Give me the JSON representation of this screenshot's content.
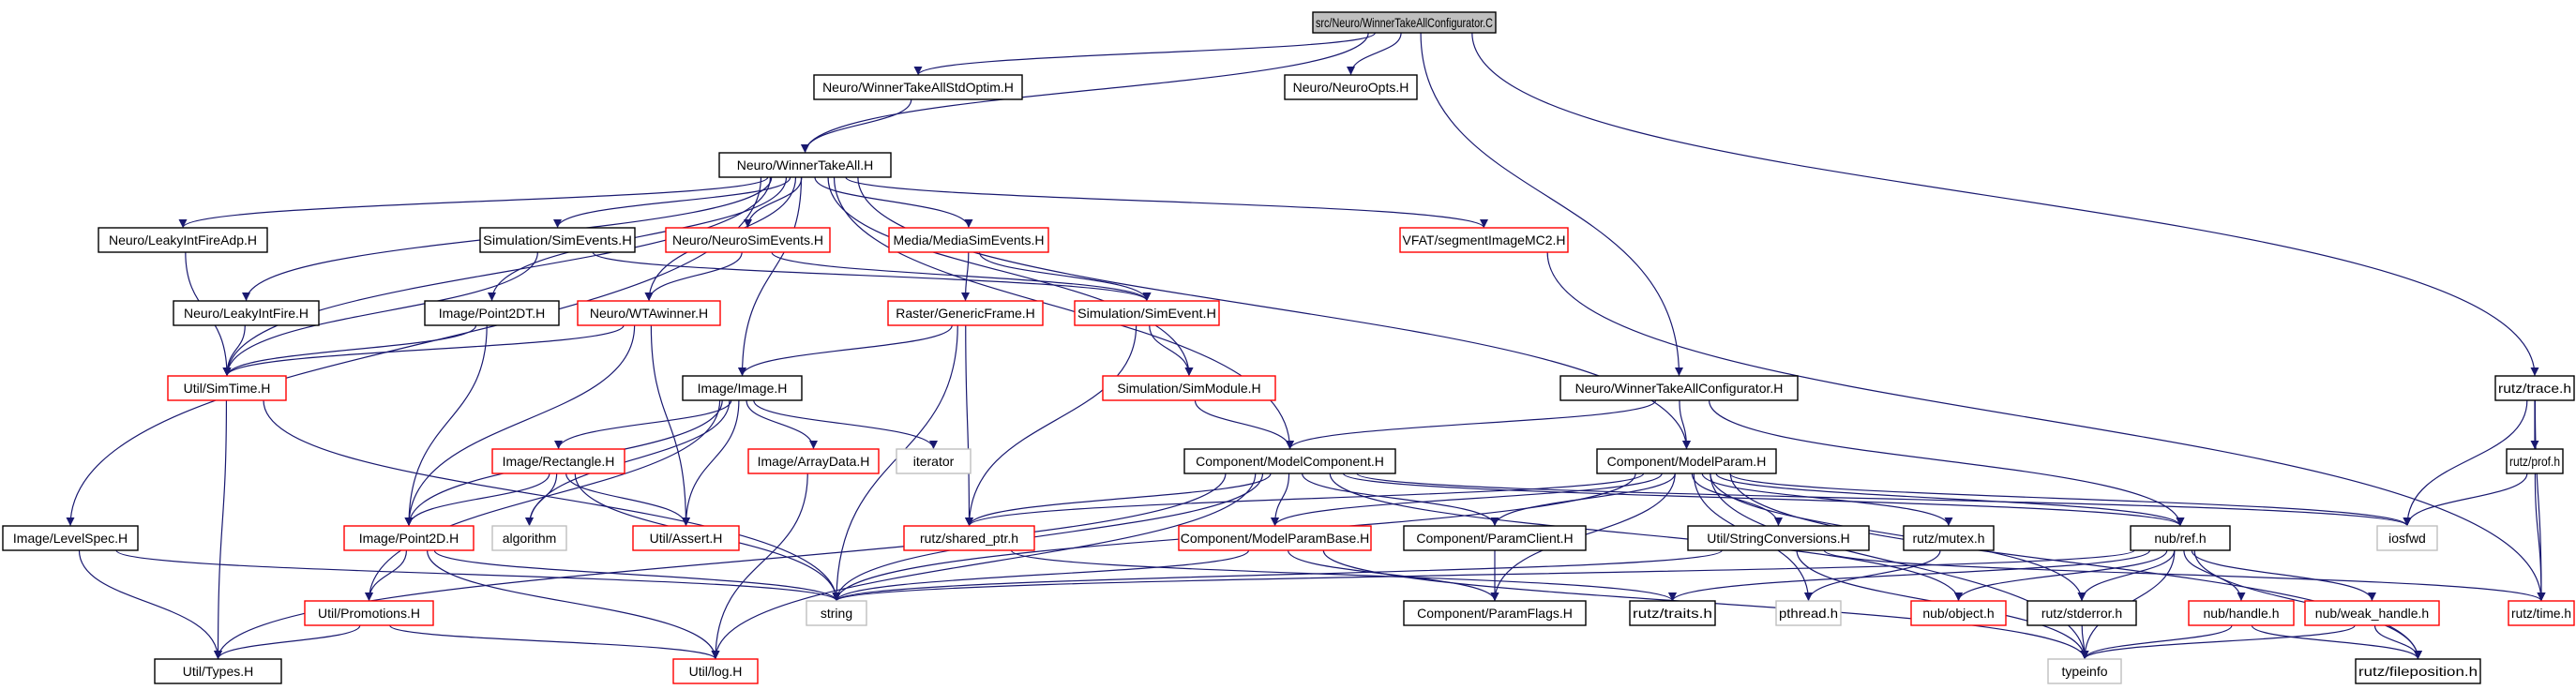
{
  "colors": {
    "edge": "#191970",
    "box_default": "#000000",
    "box_incomplete": "#ff0000",
    "box_external": "#bfbfbf",
    "root_fill": "#bfbfbf",
    "text": "#000000"
  },
  "nodes": {
    "root": {
      "label": "src/Neuro/WinnerTakeAllConfigurator.C",
      "kind": "root"
    },
    "stdoptim": {
      "label": "Neuro/WinnerTakeAllStdOptim.H",
      "kind": "default"
    },
    "neuroopts": {
      "label": "Neuro/NeuroOpts.H",
      "kind": "default"
    },
    "wta": {
      "label": "Neuro/WinnerTakeAll.H",
      "kind": "default"
    },
    "leakyadp": {
      "label": "Neuro/LeakyIntFireAdp.H",
      "kind": "default"
    },
    "simevents": {
      "label": "Simulation/SimEvents.H",
      "kind": "default"
    },
    "neurosimev": {
      "label": "Neuro/NeuroSimEvents.H",
      "kind": "incomplete"
    },
    "mediasimev": {
      "label": "Media/MediaSimEvents.H",
      "kind": "incomplete"
    },
    "vfat": {
      "label": "VFAT/segmentImageMC2.H",
      "kind": "incomplete"
    },
    "leaky": {
      "label": "Neuro/LeakyIntFire.H",
      "kind": "default"
    },
    "point2dt": {
      "label": "Image/Point2DT.H",
      "kind": "default"
    },
    "wtawinner": {
      "label": "Neuro/WTAwinner.H",
      "kind": "incomplete"
    },
    "genframe": {
      "label": "Raster/GenericFrame.H",
      "kind": "incomplete"
    },
    "simevent": {
      "label": "Simulation/SimEvent.H",
      "kind": "incomplete"
    },
    "simtime": {
      "label": "Util/SimTime.H",
      "kind": "incomplete"
    },
    "image": {
      "label": "Image/Image.H",
      "kind": "default"
    },
    "simmodule": {
      "label": "Simulation/SimModule.H",
      "kind": "incomplete"
    },
    "wtaconf": {
      "label": "Neuro/WinnerTakeAllConfigurator.H",
      "kind": "default"
    },
    "trace": {
      "label": "rutz/trace.h",
      "kind": "default"
    },
    "rectangle": {
      "label": "Image/Rectangle.H",
      "kind": "incomplete"
    },
    "arraydata": {
      "label": "Image/ArrayData.H",
      "kind": "incomplete"
    },
    "iterator": {
      "label": "iterator",
      "kind": "external"
    },
    "modelcomp": {
      "label": "Component/ModelComponent.H",
      "kind": "default"
    },
    "modelparam": {
      "label": "Component/ModelParam.H",
      "kind": "default"
    },
    "prof": {
      "label": "rutz/prof.h",
      "kind": "default"
    },
    "levelspec": {
      "label": "Image/LevelSpec.H",
      "kind": "default"
    },
    "point2d": {
      "label": "Image/Point2D.H",
      "kind": "incomplete"
    },
    "algorithm": {
      "label": "algorithm",
      "kind": "external"
    },
    "assert": {
      "label": "Util/Assert.H",
      "kind": "incomplete"
    },
    "sharedptr": {
      "label": "rutz/shared_ptr.h",
      "kind": "incomplete"
    },
    "mpbase": {
      "label": "Component/ModelParamBase.H",
      "kind": "incomplete"
    },
    "paramclient": {
      "label": "Component/ParamClient.H",
      "kind": "default"
    },
    "strconv": {
      "label": "Util/StringConversions.H",
      "kind": "default"
    },
    "mutex": {
      "label": "rutz/mutex.h",
      "kind": "default"
    },
    "nubref": {
      "label": "nub/ref.h",
      "kind": "default"
    },
    "iosfwd": {
      "label": "iosfwd",
      "kind": "external"
    },
    "promotions": {
      "label": "Util/Promotions.H",
      "kind": "incomplete"
    },
    "string": {
      "label": "string",
      "kind": "external"
    },
    "traits": {
      "label": "rutz/traits.h",
      "kind": "default"
    },
    "pthread": {
      "label": "pthread.h",
      "kind": "external"
    },
    "paramflags": {
      "label": "Component/ParamFlags.H",
      "kind": "default"
    },
    "nubobject": {
      "label": "nub/object.h",
      "kind": "incomplete"
    },
    "stderror": {
      "label": "rutz/stderror.h",
      "kind": "default"
    },
    "nubhandle": {
      "label": "nub/handle.h",
      "kind": "incomplete"
    },
    "weakhandle": {
      "label": "nub/weak_handle.h",
      "kind": "incomplete"
    },
    "rutztime": {
      "label": "rutz/time.h",
      "kind": "incomplete"
    },
    "types": {
      "label": "Util/Types.H",
      "kind": "default"
    },
    "log": {
      "label": "Util/log.H",
      "kind": "incomplete"
    },
    "typeinfo": {
      "label": "typeinfo",
      "kind": "external"
    },
    "fileposition": {
      "label": "rutz/fileposition.h",
      "kind": "default"
    }
  },
  "edges": [
    [
      "root",
      "stdoptim"
    ],
    [
      "root",
      "neuroopts"
    ],
    [
      "root",
      "wta"
    ],
    [
      "root",
      "wtaconf"
    ],
    [
      "root",
      "trace"
    ],
    [
      "stdoptim",
      "wta"
    ],
    [
      "wta",
      "leakyadp"
    ],
    [
      "wta",
      "simevents"
    ],
    [
      "wta",
      "neurosimev"
    ],
    [
      "wta",
      "mediasimev"
    ],
    [
      "wta",
      "vfat"
    ],
    [
      "wta",
      "leaky"
    ],
    [
      "wta",
      "point2dt"
    ],
    [
      "wta",
      "wtawinner"
    ],
    [
      "wta",
      "simtime"
    ],
    [
      "wta",
      "image"
    ],
    [
      "wta",
      "simmodule"
    ],
    [
      "wta",
      "modelcomp"
    ],
    [
      "wta",
      "modelparam"
    ],
    [
      "wta",
      "levelspec"
    ],
    [
      "leakyadp",
      "simtime"
    ],
    [
      "leaky",
      "simtime"
    ],
    [
      "point2dt",
      "simtime"
    ],
    [
      "point2dt",
      "point2d"
    ],
    [
      "simevents",
      "simtime"
    ],
    [
      "simevents",
      "simevent"
    ],
    [
      "neurosimev",
      "wtawinner"
    ],
    [
      "neurosimev",
      "simevent"
    ],
    [
      "mediasimev",
      "genframe"
    ],
    [
      "mediasimev",
      "simevent"
    ],
    [
      "vfat",
      "rutztime"
    ],
    [
      "wtawinner",
      "simtime"
    ],
    [
      "wtawinner",
      "point2d"
    ],
    [
      "wtawinner",
      "assert"
    ],
    [
      "genframe",
      "image"
    ],
    [
      "genframe",
      "sharedptr"
    ],
    [
      "genframe",
      "string"
    ],
    [
      "simevent",
      "simmodule"
    ],
    [
      "simevent",
      "sharedptr"
    ],
    [
      "simmodule",
      "modelcomp"
    ],
    [
      "simtime",
      "types"
    ],
    [
      "simtime",
      "string"
    ],
    [
      "image",
      "rectangle"
    ],
    [
      "image",
      "arraydata"
    ],
    [
      "image",
      "iterator"
    ],
    [
      "image",
      "point2d"
    ],
    [
      "image",
      "algorithm"
    ],
    [
      "image",
      "assert"
    ],
    [
      "image",
      "promotions"
    ],
    [
      "rectangle",
      "point2d"
    ],
    [
      "rectangle",
      "algorithm"
    ],
    [
      "rectangle",
      "assert"
    ],
    [
      "rectangle",
      "string"
    ],
    [
      "arraydata",
      "log"
    ],
    [
      "point2d",
      "promotions"
    ],
    [
      "point2d",
      "string"
    ],
    [
      "point2d",
      "log"
    ],
    [
      "promotions",
      "types"
    ],
    [
      "promotions",
      "log"
    ],
    [
      "levelspec",
      "types"
    ],
    [
      "levelspec",
      "string"
    ],
    [
      "wtaconf",
      "modelcomp"
    ],
    [
      "wtaconf",
      "modelparam"
    ],
    [
      "wtaconf",
      "nubref"
    ],
    [
      "trace",
      "prof"
    ],
    [
      "trace",
      "iosfwd"
    ],
    [
      "trace",
      "rutztime"
    ],
    [
      "prof",
      "iosfwd"
    ],
    [
      "prof",
      "rutztime"
    ],
    [
      "modelcomp",
      "sharedptr"
    ],
    [
      "modelcomp",
      "mpbase"
    ],
    [
      "modelcomp",
      "paramclient"
    ],
    [
      "modelcomp",
      "string"
    ],
    [
      "modelcomp",
      "nubobject"
    ],
    [
      "modelcomp",
      "nubref"
    ],
    [
      "modelcomp",
      "types"
    ],
    [
      "modelcomp",
      "log"
    ],
    [
      "modelcomp",
      "iosfwd"
    ],
    [
      "modelparam",
      "mpbase"
    ],
    [
      "modelparam",
      "paramclient"
    ],
    [
      "modelparam",
      "strconv"
    ],
    [
      "modelparam",
      "mutex"
    ],
    [
      "modelparam",
      "nubref"
    ],
    [
      "modelparam",
      "iosfwd"
    ],
    [
      "modelparam",
      "string"
    ],
    [
      "modelparam",
      "sharedptr"
    ],
    [
      "modelparam",
      "paramflags"
    ],
    [
      "modelparam",
      "pthread"
    ],
    [
      "modelparam",
      "typeinfo"
    ],
    [
      "modelparam",
      "stderror"
    ],
    [
      "modelparam",
      "fileposition"
    ],
    [
      "sharedptr",
      "traits"
    ],
    [
      "mpbase",
      "string"
    ],
    [
      "mpbase",
      "paramflags"
    ],
    [
      "mpbase",
      "typeinfo"
    ],
    [
      "paramclient",
      "paramflags"
    ],
    [
      "strconv",
      "string"
    ],
    [
      "strconv",
      "typeinfo"
    ],
    [
      "strconv",
      "rutztime"
    ],
    [
      "mutex",
      "pthread"
    ],
    [
      "nubref",
      "nubobject"
    ],
    [
      "nubref",
      "stderror"
    ],
    [
      "nubref",
      "nubhandle"
    ],
    [
      "nubref",
      "weakhandle"
    ],
    [
      "nubref",
      "typeinfo"
    ],
    [
      "nubref",
      "traits"
    ],
    [
      "nubref",
      "string"
    ],
    [
      "nubref",
      "fileposition"
    ],
    [
      "nubhandle",
      "typeinfo"
    ],
    [
      "nubhandle",
      "fileposition"
    ],
    [
      "weakhandle",
      "typeinfo"
    ],
    [
      "weakhandle",
      "fileposition"
    ],
    [
      "stderror",
      "typeinfo"
    ]
  ]
}
